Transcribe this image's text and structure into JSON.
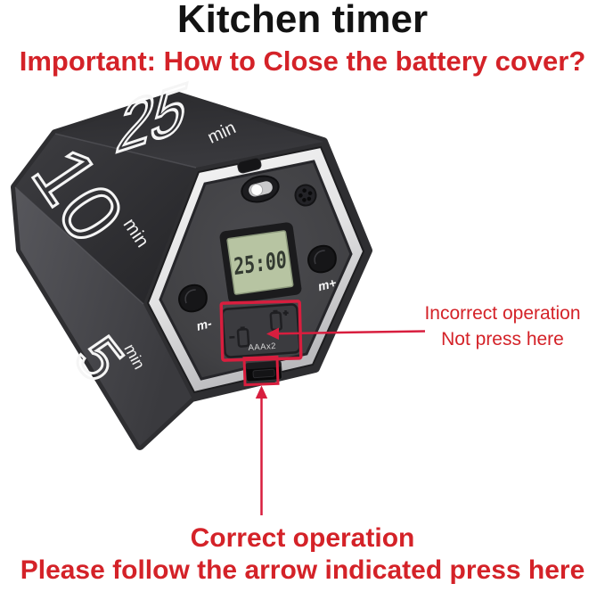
{
  "header": {
    "title": "Kitchen timer",
    "subtitle": "Important: How to Close the battery cover?"
  },
  "device": {
    "top_face": {
      "value": "25",
      "unit": "min"
    },
    "left_face": {
      "value": "10",
      "unit": "min"
    },
    "bottom_face": {
      "value": "5",
      "unit": "min"
    },
    "display": {
      "time": "25:00"
    },
    "buttons": {
      "minus_label": "m-",
      "plus_label": "m+"
    },
    "battery": {
      "capacity_label": "AAAx2"
    }
  },
  "annotations": {
    "incorrect": {
      "line1": "Incorrect operation",
      "line2": "Not press here"
    },
    "correct": {
      "line1": "Correct operation",
      "line2": "Please follow the arrow indicated press here"
    }
  },
  "colors": {
    "background": "#ffffff",
    "title_text": "#131313",
    "red_text": "#d42228",
    "red_annotation": "#d81e3e",
    "body_dark": "#2e2e31",
    "frame_white": "#ededed",
    "lcd_green": "#b7c4a2"
  }
}
